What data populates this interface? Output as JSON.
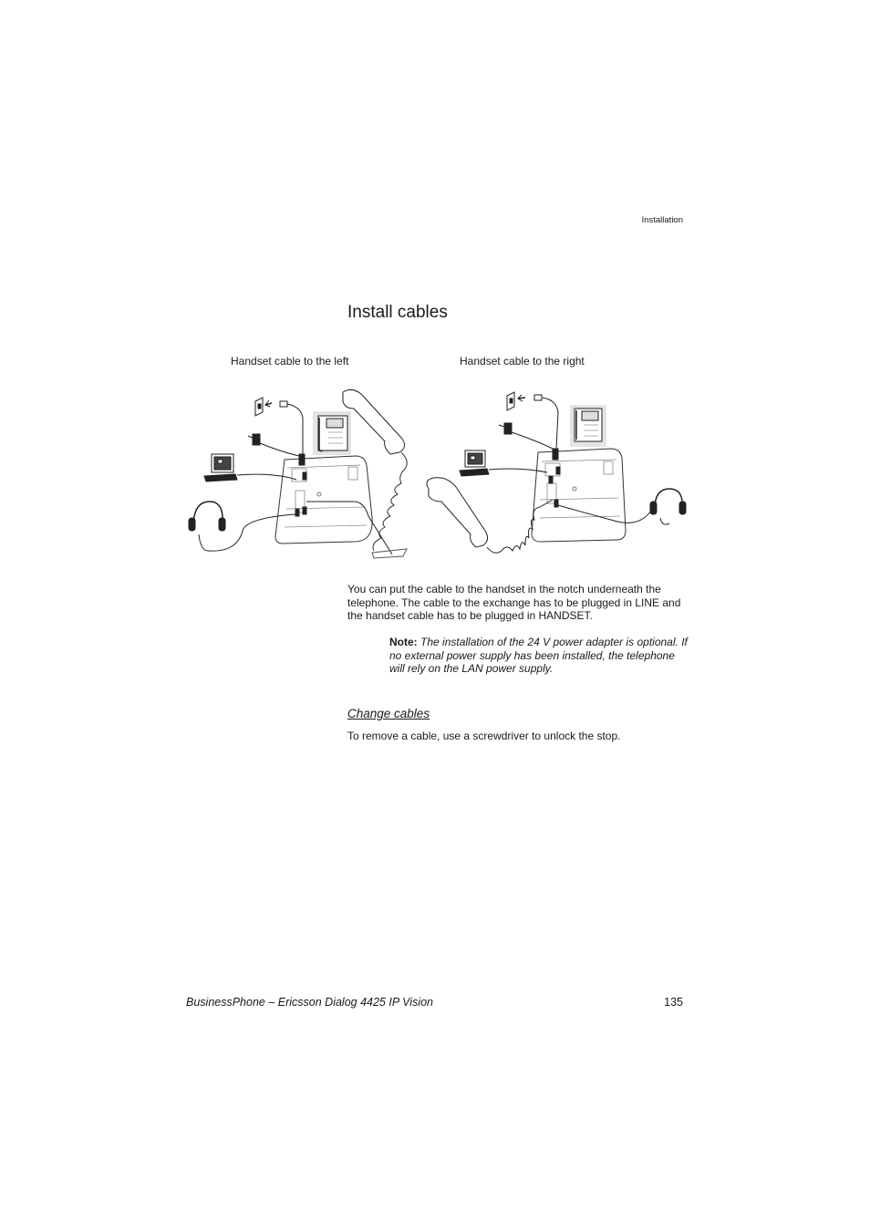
{
  "header": {
    "running_head": "Installation"
  },
  "section": {
    "title": "Install cables"
  },
  "figure": {
    "caption_left": "Handset cable to the left",
    "caption_right": "Handset cable to the right"
  },
  "body": {
    "paragraph": "You can put the cable to the handset in the notch underneath the telephone. The cable to the exchange has to be plugged in LINE and the handset cable has to be plugged in HANDSET.",
    "note_label": "Note:",
    "note_text": "The installation of the 24 V power adapter is optional. If no external power supply has been installed, the telephone will rely on the LAN power supply."
  },
  "subsection": {
    "title": "Change cables",
    "text": "To remove a cable, use a screwdriver to unlock the stop."
  },
  "footer": {
    "title": "BusinessPhone – Ericsson Dialog 4425 IP Vision",
    "page_number": "135"
  }
}
